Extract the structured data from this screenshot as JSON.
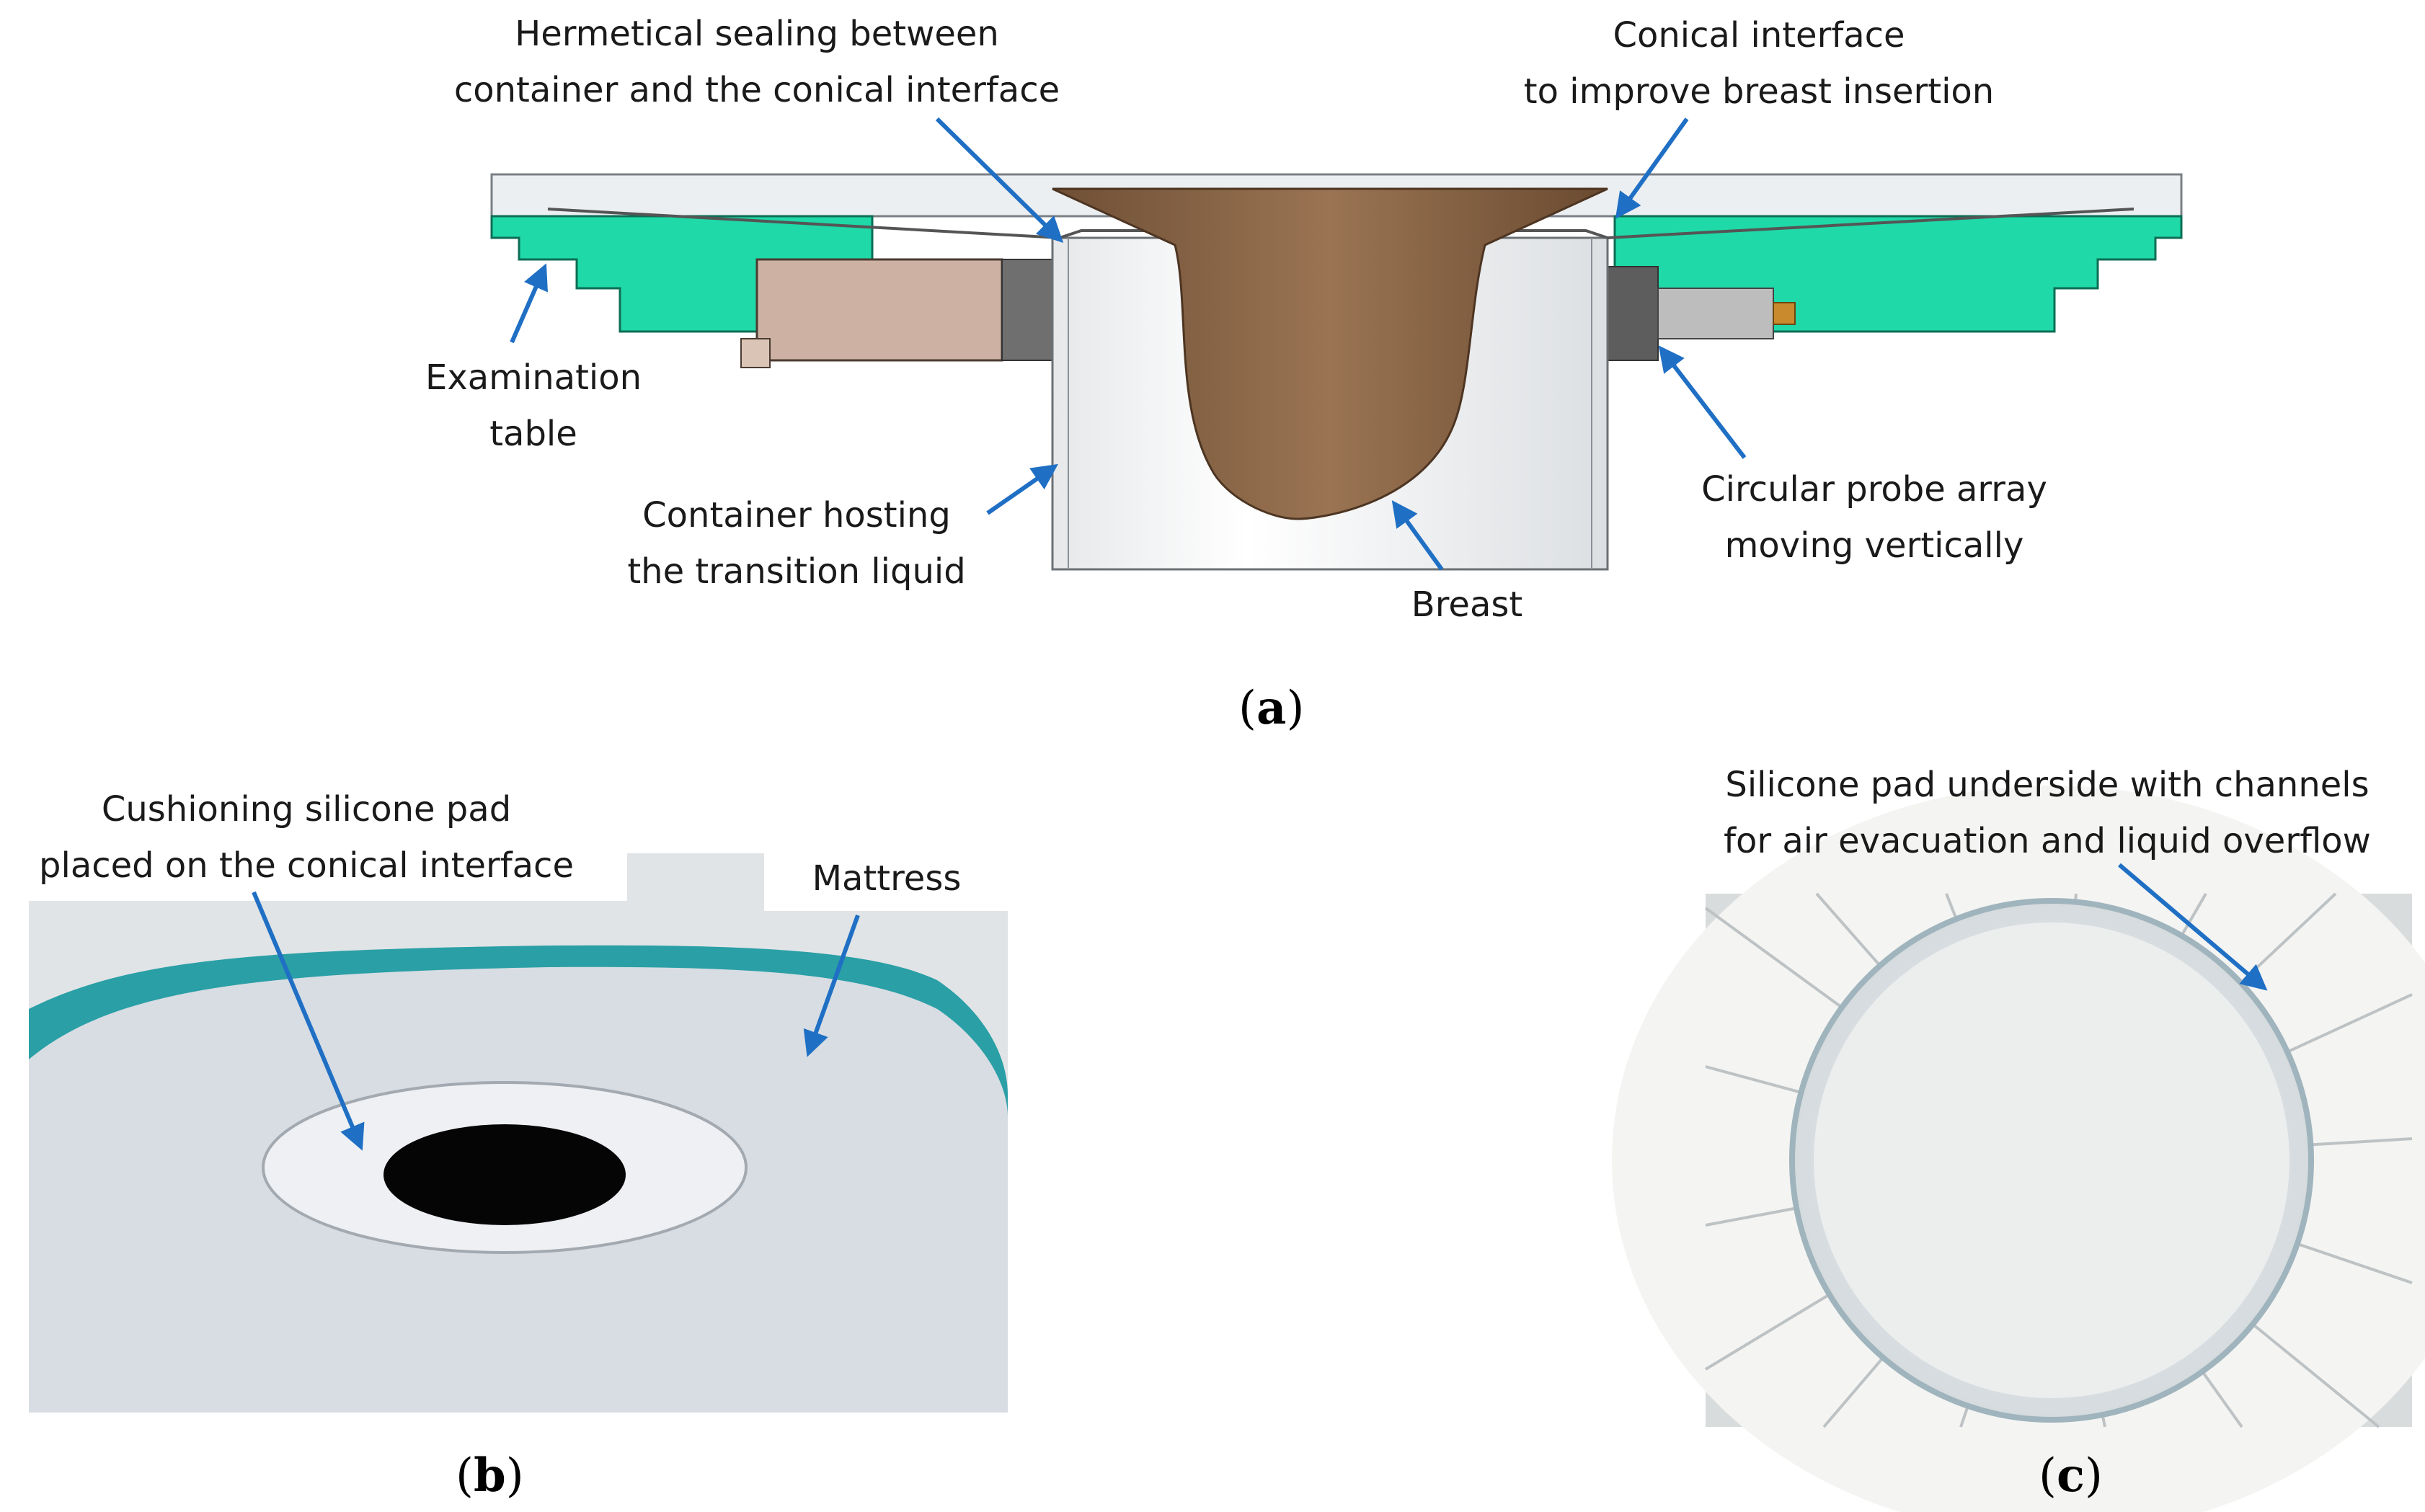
{
  "panel_a": {
    "label_letter": "a",
    "callouts": {
      "hermetical_sealing": [
        "Hermetical sealing between",
        "container and the conical interface"
      ],
      "conical_interface": [
        "Conical interface",
        "to improve breast insertion"
      ],
      "examination_table": [
        "Examination",
        "table"
      ],
      "container": [
        "Container hosting",
        "the transition liquid"
      ],
      "probe_array": [
        "Circular probe array",
        "moving vertically"
      ],
      "breast": "Breast"
    }
  },
  "panel_b": {
    "label_letter": "b",
    "callouts": {
      "silicone_pad": [
        "Cushioning silicone pad",
        "placed on the conical interface"
      ],
      "mattress": "Mattress"
    }
  },
  "panel_c": {
    "label_letter": "c",
    "callouts": {
      "pad_underside": [
        "Silicone pad underside with channels",
        "for air evacuation and liquid overflow"
      ]
    }
  },
  "colors": {
    "arrow": "#1f6fc4",
    "table_teal": "#1fd9a8",
    "breast_brown": "#8a6546",
    "probe_housing": "#cdb2a3",
    "mattress_edge": "#2a9fa6"
  }
}
